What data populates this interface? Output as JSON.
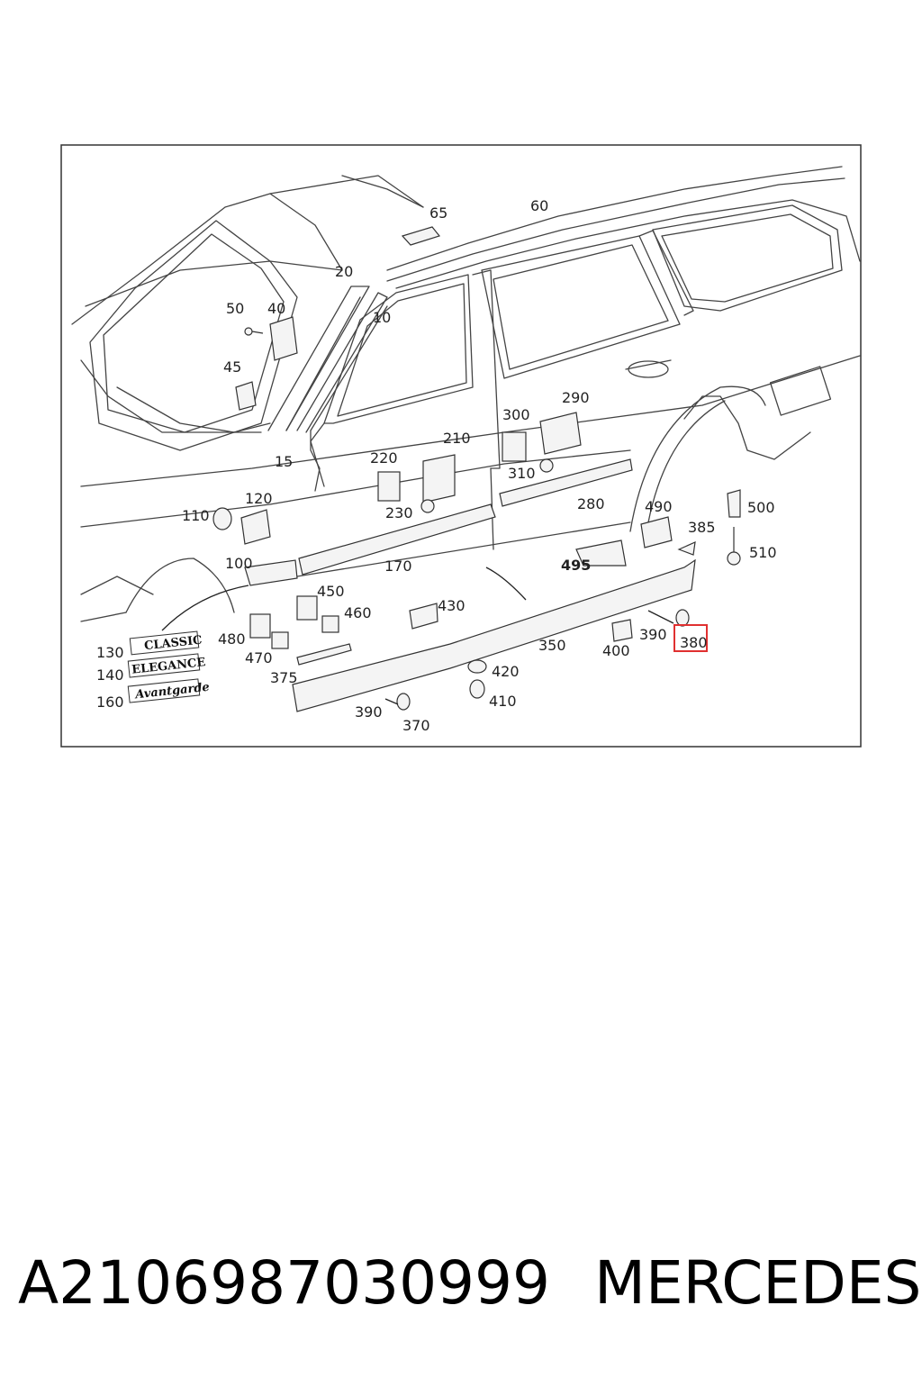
{
  "diagram": {
    "callouts": {
      "c10": "10",
      "c15": "15",
      "c20": "20",
      "c40": "40",
      "c45": "45",
      "c50": "50",
      "c60": "60",
      "c65": "65",
      "c100": "100",
      "c110": "110",
      "c120": "120",
      "c130": "130",
      "c140": "140",
      "c160": "160",
      "c170": "170",
      "c210": "210",
      "c220": "220",
      "c230": "230",
      "c280": "280",
      "c290": "290",
      "c300": "300",
      "c310": "310",
      "c350": "350",
      "c370": "370",
      "c375": "375",
      "c380": "380",
      "c385": "385",
      "c390a": "390",
      "c390b": "390",
      "c400": "400",
      "c410": "410",
      "c420": "420",
      "c430": "430",
      "c450": "450",
      "c460": "460",
      "c470": "470",
      "c480": "480",
      "c490": "490",
      "c495": "495",
      "c500": "500",
      "c510": "510"
    },
    "badges": {
      "classic": "CLASSIC",
      "elegance": "ELEGANCE",
      "avantgarde": "Avantgarde"
    },
    "highlight_color": "#e03030"
  },
  "caption": {
    "part_number": "A2106987030999",
    "brand": "MERCEDES"
  }
}
